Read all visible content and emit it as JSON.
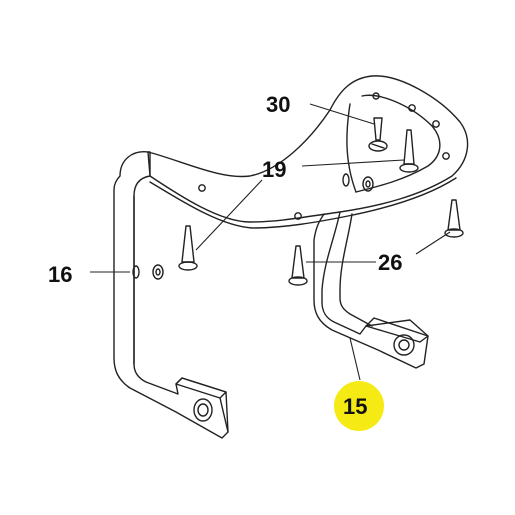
{
  "callouts": [
    {
      "id": "30",
      "label": "30"
    },
    {
      "id": "19",
      "label": "19"
    },
    {
      "id": "16",
      "label": "16"
    },
    {
      "id": "26",
      "label": "26"
    },
    {
      "id": "15",
      "label": "15",
      "highlighted": true
    }
  ],
  "colors": {
    "highlight": "#f5ea14",
    "line": "#222222",
    "part_fill": "#ffffff",
    "shade": "#e6e6e6"
  }
}
